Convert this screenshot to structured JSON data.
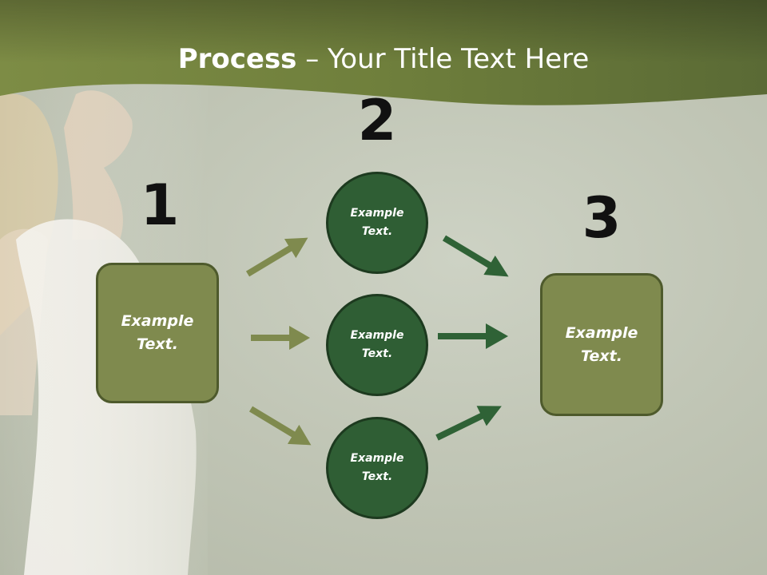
{
  "title": {
    "bold": "Process",
    "rest": " – Your Title Text Here"
  },
  "steps": {
    "one": "1",
    "two": "2",
    "three": "3"
  },
  "left_box": {
    "text": "Example Text."
  },
  "right_box": {
    "text": "Example Text."
  },
  "circles": [
    {
      "text": "Example Text."
    },
    {
      "text": "Example Text."
    },
    {
      "text": "Example Text."
    }
  ],
  "colors": {
    "header": "#76853f",
    "box_fill": "#7f8a4e",
    "circle_fill": "#2f5e34",
    "left_arrows": "#7f8a4e",
    "right_arrows": "#2f6236"
  }
}
